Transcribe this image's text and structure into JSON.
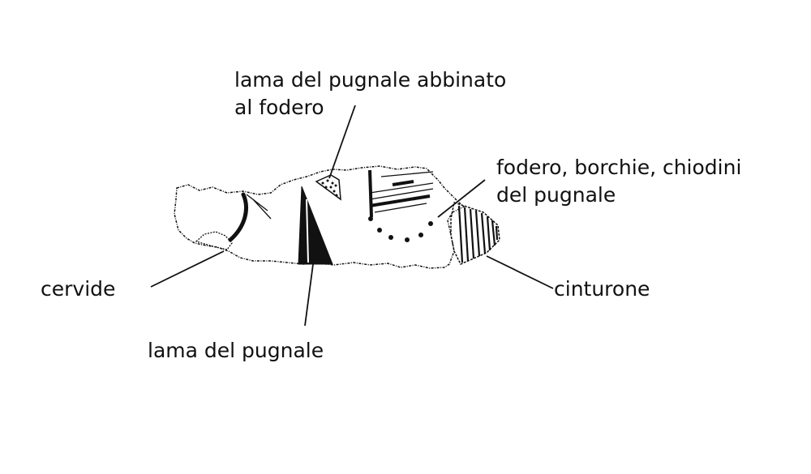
{
  "labels": {
    "blade_sheath": {
      "line1": "lama del pugnale abbinato",
      "line2": "al fodero"
    },
    "sheath_studs": {
      "line1": "fodero, borchie, chiodini",
      "line2": "del pugnale"
    },
    "deer": "cervide",
    "blade": "lama del pugnale",
    "belt": "cinturone"
  },
  "colors": {
    "ink": "#111111",
    "background": "#ffffff"
  }
}
